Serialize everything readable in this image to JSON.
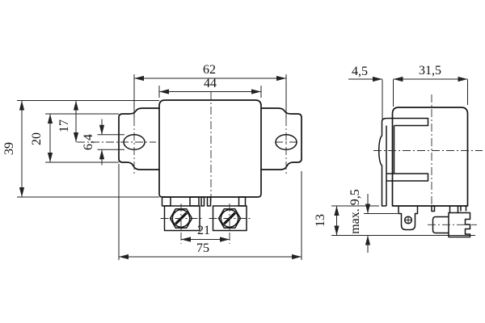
{
  "drawing": {
    "type": "technical-dimension-drawing",
    "subject": "relay with mounting bracket, two orthographic views",
    "units_style": "millimetres with comma decimals",
    "colors": {
      "line": "#161616",
      "dimension_line": "#222222",
      "background": "#ffffff"
    }
  },
  "dims": {
    "front": {
      "hole_spacing": "62",
      "body_width": "44",
      "body_height": "39",
      "flange_height": "20",
      "hole_offset_from_top": "17",
      "hole_slot_height": "6,4",
      "screw_spacing": "21",
      "overall_width": "75"
    },
    "side": {
      "bracket_offset": "4,5",
      "cover_depth": "31,5",
      "terminal_length": "13",
      "terminal_max_length": "max. 9,5"
    }
  }
}
